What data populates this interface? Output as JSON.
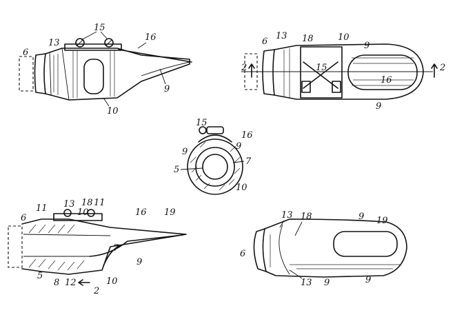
{
  "figures": [
    {
      "id": "side-elevation",
      "labels": [
        {
          "key": "ref_6",
          "text": "6"
        },
        {
          "key": "ref_13",
          "text": "13"
        },
        {
          "key": "ref_15",
          "text": "15"
        },
        {
          "key": "ref_16",
          "text": "16"
        },
        {
          "key": "ref_9",
          "text": "9"
        },
        {
          "key": "ref_10",
          "text": "10"
        }
      ]
    },
    {
      "id": "top-plan",
      "labels": [
        {
          "key": "ref_6",
          "text": "6"
        },
        {
          "key": "ref_13",
          "text": "13"
        },
        {
          "key": "ref_18",
          "text": "18"
        },
        {
          "key": "ref_10",
          "text": "10"
        },
        {
          "key": "ref_9a",
          "text": "9"
        },
        {
          "key": "ref_2l",
          "text": "2"
        },
        {
          "key": "ref_15",
          "text": "15"
        },
        {
          "key": "ref_16",
          "text": "16"
        },
        {
          "key": "ref_2r",
          "text": "2"
        },
        {
          "key": "ref_9b",
          "text": "9"
        }
      ]
    },
    {
      "id": "end-view",
      "labels": [
        {
          "key": "ref_15",
          "text": "15"
        },
        {
          "key": "ref_16",
          "text": "16"
        },
        {
          "key": "ref_9l",
          "text": "9"
        },
        {
          "key": "ref_9r",
          "text": "9"
        },
        {
          "key": "ref_5",
          "text": "5"
        },
        {
          "key": "ref_7",
          "text": "7"
        },
        {
          "key": "ref_10",
          "text": "10"
        }
      ]
    },
    {
      "id": "longitudinal-section",
      "labels": [
        {
          "key": "ref_6",
          "text": "6"
        },
        {
          "key": "ref_11",
          "text": "11"
        },
        {
          "key": "ref_13",
          "text": "13"
        },
        {
          "key": "ref_18",
          "text": "18"
        },
        {
          "key": "ref_11b",
          "text": "11"
        },
        {
          "key": "ref_10a",
          "text": "10"
        },
        {
          "key": "ref_16",
          "text": "16"
        },
        {
          "key": "ref_19",
          "text": "19"
        },
        {
          "key": "ref_7",
          "text": "7"
        },
        {
          "key": "ref_9",
          "text": "9"
        },
        {
          "key": "ref_5",
          "text": "5"
        },
        {
          "key": "ref_8",
          "text": "8"
        },
        {
          "key": "ref_12",
          "text": "12"
        },
        {
          "key": "ref_10b",
          "text": "10"
        },
        {
          "key": "ref_2",
          "text": "2"
        }
      ]
    },
    {
      "id": "perspective",
      "labels": [
        {
          "key": "ref_13a",
          "text": "13"
        },
        {
          "key": "ref_18",
          "text": "18"
        },
        {
          "key": "ref_9a",
          "text": "9"
        },
        {
          "key": "ref_19",
          "text": "19"
        },
        {
          "key": "ref_6",
          "text": "6"
        },
        {
          "key": "ref_13b",
          "text": "13"
        },
        {
          "key": "ref_9b",
          "text": "9"
        },
        {
          "key": "ref_9c",
          "text": "9"
        }
      ]
    }
  ]
}
